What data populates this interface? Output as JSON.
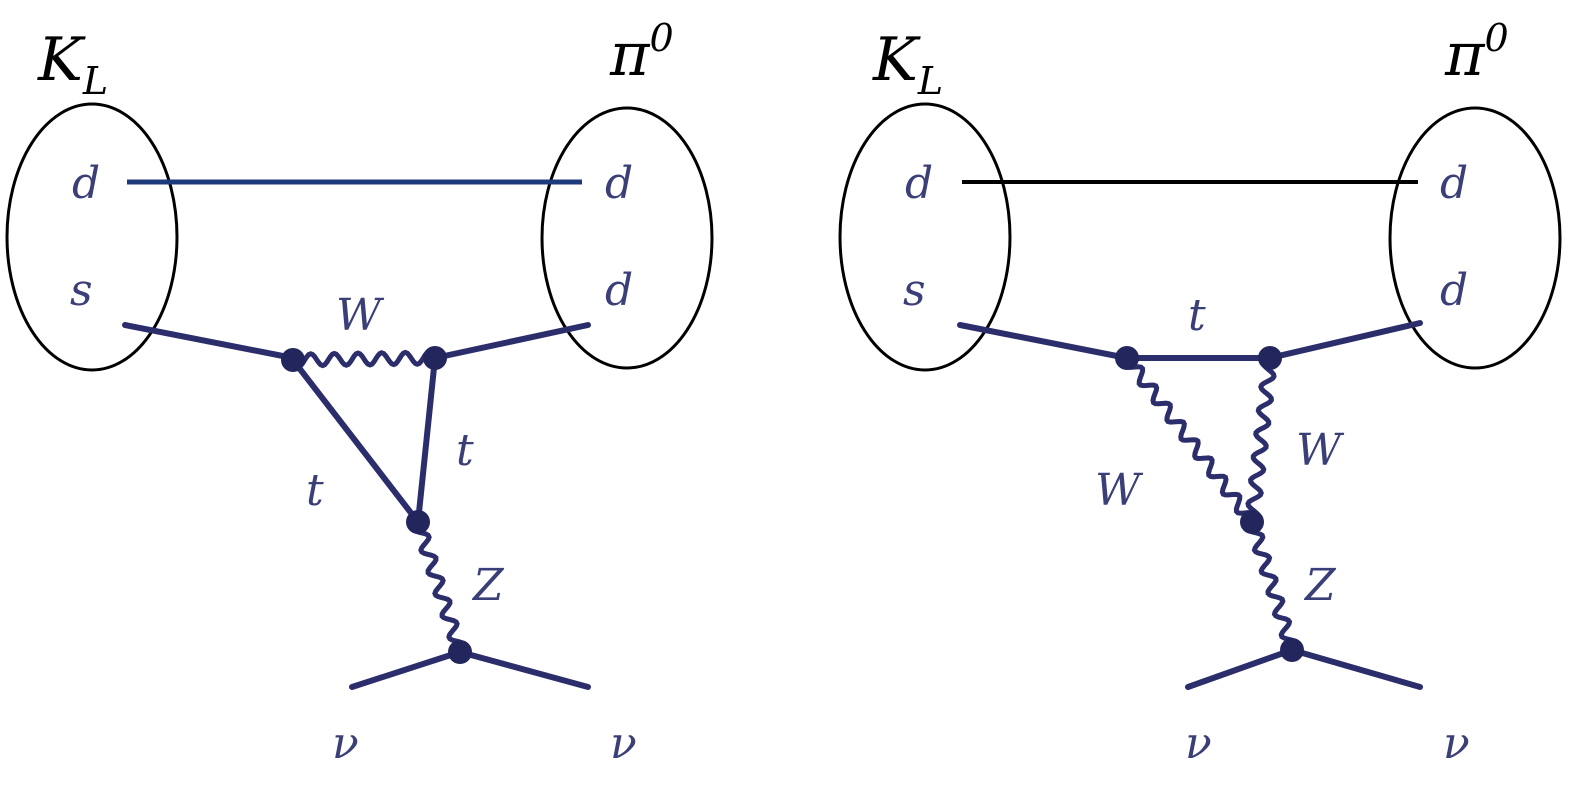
{
  "diagrams": [
    {
      "initial_meson": {
        "symbol": "K",
        "subscript": "L"
      },
      "final_meson": {
        "symbol": "π",
        "superscript": "0"
      },
      "quarks_initial": [
        "d",
        "s"
      ],
      "quarks_final": [
        "d",
        "d"
      ],
      "spectator_line_color": "#1f3a7a",
      "loop_labels": {
        "top": "W",
        "left": "t",
        "right": "t"
      },
      "boson_label": "Z",
      "leptons": [
        "ν",
        "ν"
      ]
    },
    {
      "initial_meson": {
        "symbol": "K",
        "subscript": "L"
      },
      "final_meson": {
        "symbol": "π",
        "superscript": "0"
      },
      "quarks_initial": [
        "d",
        "s"
      ],
      "quarks_final": [
        "d",
        "d"
      ],
      "spectator_line_color": "#000000",
      "loop_labels": {
        "top": "t",
        "left": "W",
        "right": "W"
      },
      "boson_label": "Z",
      "leptons": [
        "ν",
        "ν"
      ]
    }
  ]
}
